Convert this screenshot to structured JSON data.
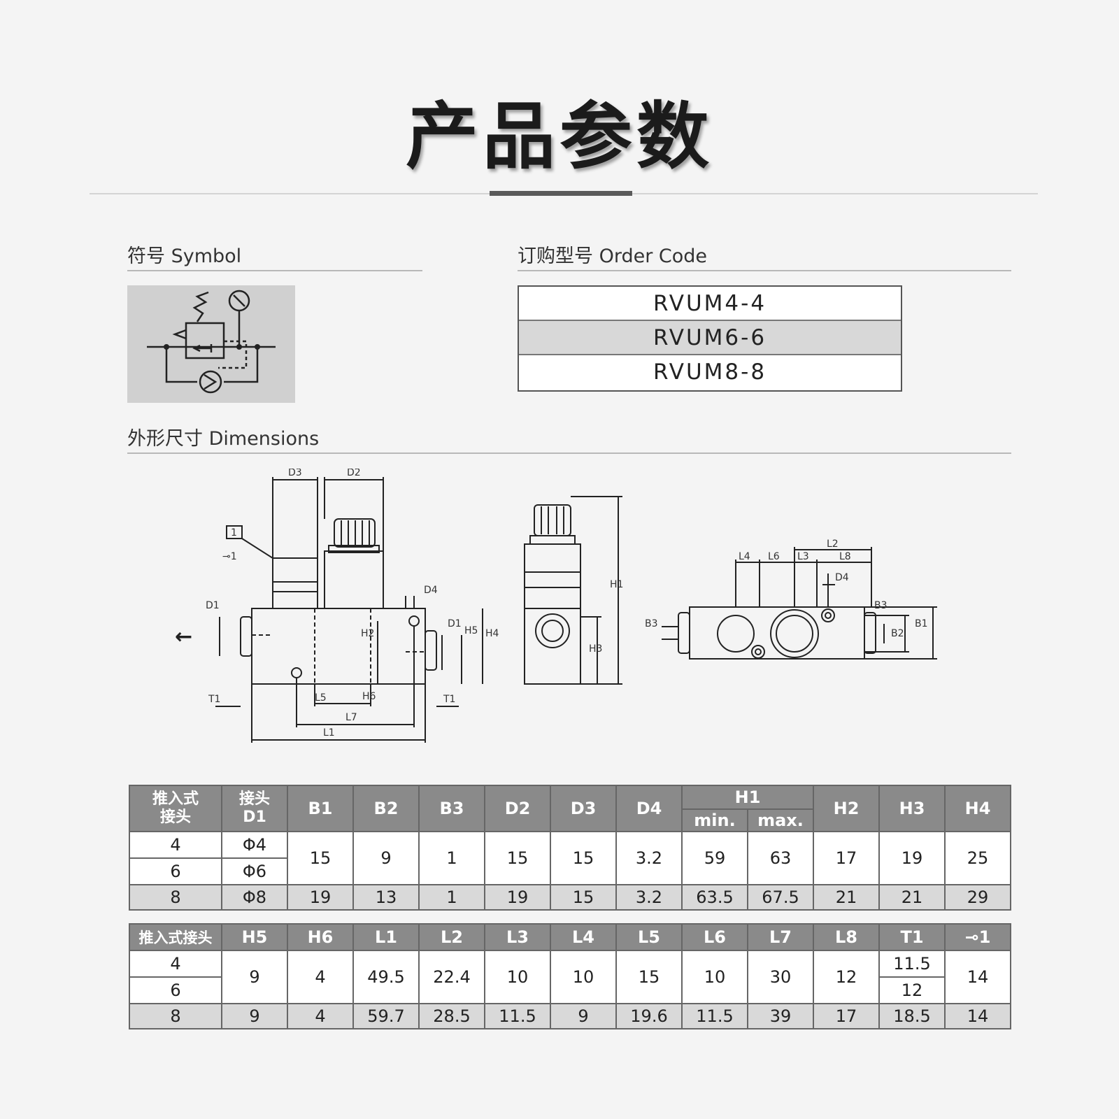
{
  "title": "产品参数",
  "sections": {
    "symbol": "符号 Symbol",
    "order_code": "订购型号 Order Code",
    "dimensions": "外形尺寸 Dimensions"
  },
  "order_codes": [
    "RVUM4-4",
    "RVUM6-6",
    "RVUM8-8"
  ],
  "drawing_labels": {
    "d3": "D3",
    "d2": "D2",
    "d4": "D4",
    "d1": "D1",
    "callout": "1",
    "ring": "⊸1",
    "h2": "H2",
    "h4": "H4",
    "h5": "H5",
    "h6": "H6",
    "h1": "H1",
    "h3": "H3",
    "l5": "L5",
    "l7": "L7",
    "l1": "L1",
    "t1": "T1",
    "l2": "L2",
    "l3": "L3",
    "l4": "L4",
    "l6": "L6",
    "l8": "L8",
    "b1": "B1",
    "b2": "B2",
    "b3": "B3",
    "arrow": "←"
  },
  "table1": {
    "headers": {
      "push_line1": "推入式",
      "push_line2": "接头",
      "joint_line1": "接头",
      "joint_line2": "D1",
      "b1": "B1",
      "b2": "B2",
      "b3": "B3",
      "d2": "D2",
      "d3": "D3",
      "d4": "D4",
      "h1": "H1",
      "h1_min": "min.",
      "h1_max": "max.",
      "h2": "H2",
      "h3": "H3",
      "h4": "H4"
    },
    "rows": [
      {
        "push": "4",
        "d1": "Φ4"
      },
      {
        "push": "6",
        "d1": "Φ6"
      }
    ],
    "shared_4_6": {
      "b1": "15",
      "b2": "9",
      "b3": "1",
      "d2": "15",
      "d3": "15",
      "d4": "3.2",
      "h1_min": "59",
      "h1_max": "63",
      "h2": "17",
      "h3": "19",
      "h4": "25"
    },
    "row8": {
      "push": "8",
      "d1": "Φ8",
      "b1": "19",
      "b2": "13",
      "b3": "1",
      "d2": "19",
      "d3": "15",
      "d4": "3.2",
      "h1_min": "63.5",
      "h1_max": "67.5",
      "h2": "21",
      "h3": "21",
      "h4": "29"
    }
  },
  "table2": {
    "headers": {
      "push": "推入式接头",
      "h5": "H5",
      "h6": "H6",
      "l1": "L1",
      "l2": "L2",
      "l3": "L3",
      "l4": "L4",
      "l5": "L5",
      "l6": "L6",
      "l7": "L7",
      "l8": "L8",
      "t1": "T1",
      "ring": "⊸1"
    },
    "rows": [
      {
        "push": "4",
        "t1": "11.5"
      },
      {
        "push": "6",
        "t1": "12"
      }
    ],
    "shared_4_6": {
      "h5": "9",
      "h6": "4",
      "l1": "49.5",
      "l2": "22.4",
      "l3": "10",
      "l4": "10",
      "l5": "15",
      "l6": "10",
      "l7": "30",
      "l8": "12",
      "ring": "14"
    },
    "row8": {
      "push": "8",
      "h5": "9",
      "h6": "4",
      "l1": "59.7",
      "l2": "28.5",
      "l3": "11.5",
      "l4": "9",
      "l5": "19.6",
      "l6": "11.5",
      "l7": "39",
      "l8": "17",
      "t1": "18.5",
      "ring": "14"
    }
  }
}
